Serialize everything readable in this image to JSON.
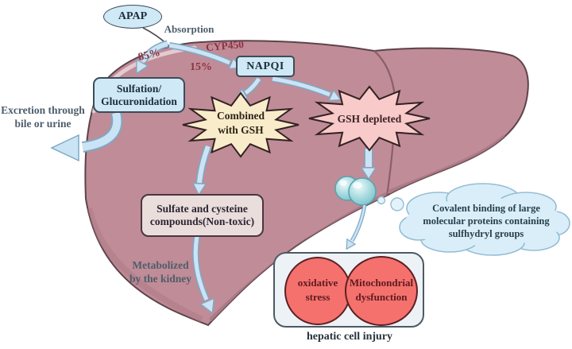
{
  "title": "APAP hepatic metabolism diagram",
  "nodes": {
    "apap": {
      "label": "APAP"
    },
    "absorption": {
      "label": "Absorption"
    },
    "pct85": {
      "label": "85%"
    },
    "cyp450": {
      "label": "CYP450"
    },
    "pct15": {
      "label": "15%"
    },
    "napqi": {
      "label": "NAPQI"
    },
    "sulfation": {
      "line1": "Sulfation/",
      "line2": "Glucuronidation"
    },
    "excretion": {
      "line1": "Excretion through",
      "line2": "bile or urine"
    },
    "combined_gsh": {
      "line1": "Combined",
      "line2": "with GSH"
    },
    "gsh_depleted": {
      "label": "GSH depleted"
    },
    "sulfate_compounds": {
      "line1": "Sulfate and cysteine",
      "line2": "compounds(Non-toxic)"
    },
    "metabolized": {
      "line1": "Metabolized",
      "line2": "by the kidney"
    },
    "covalent_cloud": {
      "line1": "Covalent binding of large",
      "line2": "molecular proteins containing",
      "line3": "sulfhydryl groups"
    },
    "oxidative": {
      "line1": "oxidative",
      "line2": "stress"
    },
    "mitochondrial": {
      "line1": "Mitochondrial",
      "line2": "dysfunction"
    },
    "hepatic_injury": {
      "label": "hepatic cell injury"
    }
  },
  "colors": {
    "liver": "#c08c97",
    "liver_outline": "#5d434b",
    "node_box_fill": "#cfe9f7",
    "node_box_border": "#3c4c57",
    "arrow_fill": "#cbe4f5",
    "arrow_outline": "#7fa8c4",
    "star_combined_fill": "#f8ecca",
    "star_depleted_fill": "#f9caca",
    "star_outline": "#332222",
    "sulfate_box_fill": "#eadedd",
    "cloud_fill": "#daeefa",
    "cloud_outline": "#92bed4",
    "injury_box_fill": "#edf2f7",
    "injury_circle_fill": "#f4716e",
    "injury_circle_outline": "#5d2022",
    "sphere_fill": "#a8dbe0",
    "label_maroon": "#8c3443",
    "label_grayblue": "#4e5d6b",
    "label_dark": "#1d2e3a"
  }
}
